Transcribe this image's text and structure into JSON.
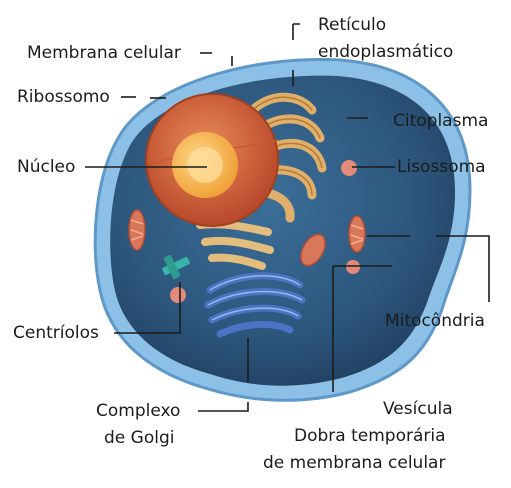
{
  "labels": {
    "membrana_celular": "Membrana celular",
    "ribossomo": "Ribossomo",
    "nucleo": "Núcleo",
    "centriolos": "Centríolos",
    "reticulo_1": "Retículo",
    "reticulo_2": "endoplasmático",
    "citoplasma": "Citoplasma",
    "lisossoma": "Lisossoma",
    "mitocondria": "Mitocôndria",
    "golgi_1": "Complexo",
    "golgi_2": "de Golgi",
    "vesicula": "Vesícula",
    "dobra_1": "Dobra temporária",
    "dobra_2": "de membrana celular"
  },
  "icons": {
    "cell": "animal-cell-icon"
  },
  "colors": {
    "membrane": "#6aa6d6",
    "cytoplasm": "#2d5a80",
    "nucleus_outer": "#d9633a",
    "nucleolus": "#f6b64a",
    "reticulum": "#e0b06a",
    "golgi": "#4a74c4",
    "mitochondria": "#d9775a",
    "lysosome": "#e48a7a",
    "centriole": "#38b5a8"
  }
}
